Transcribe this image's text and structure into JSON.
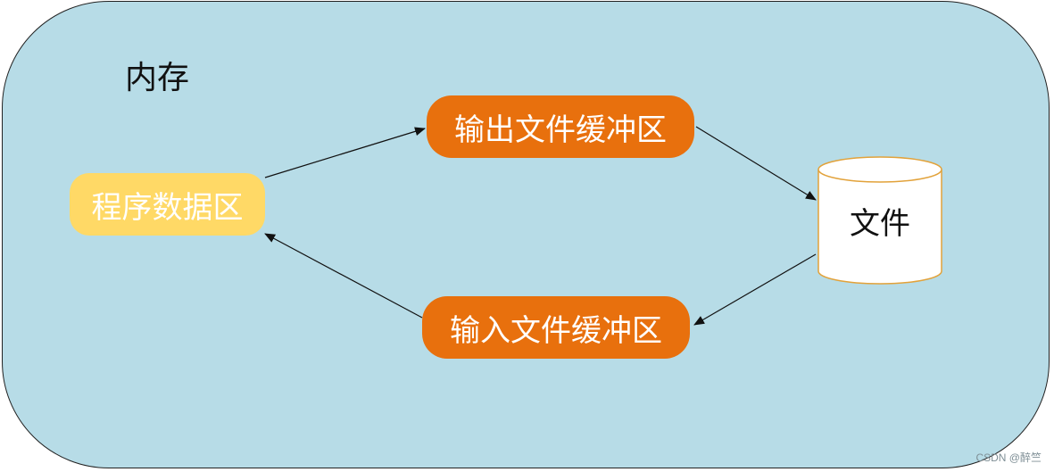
{
  "diagram": {
    "memory_label": "内存",
    "nodes": {
      "program_data": "程序数据区",
      "output_buffer": "输出文件缓冲区",
      "input_buffer": "输入文件缓冲区",
      "file": "文件"
    }
  },
  "colors": {
    "memory_bg": "#b7dce7",
    "program_data_bg": "#ffd966",
    "buffer_bg": "#e8700d",
    "file_bg": "#ffffff"
  },
  "watermark": "CSDN @醉竺"
}
